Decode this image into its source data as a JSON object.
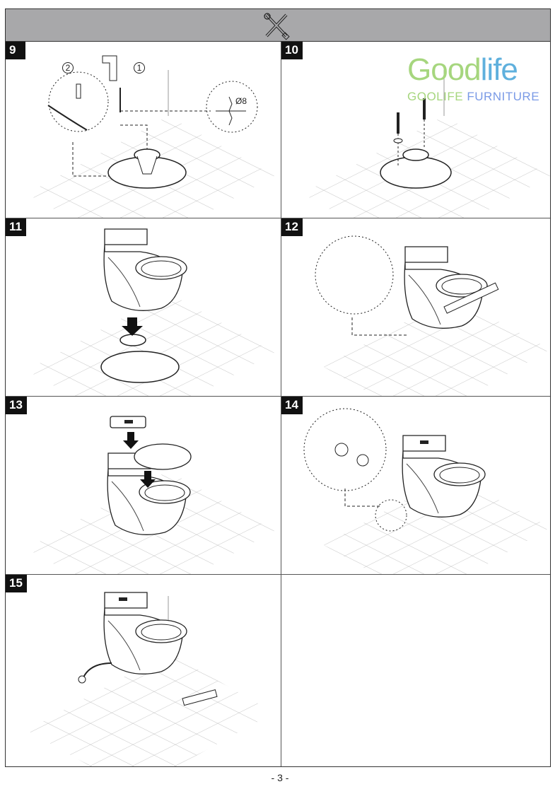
{
  "header": {
    "icon": "wrench-screwdriver-icon"
  },
  "steps": [
    {
      "number": "9",
      "callouts": [
        "2",
        "1"
      ],
      "drill_size": "Ø8"
    },
    {
      "number": "10",
      "logo": {
        "name_part1": "Good",
        "name_part2": "life",
        "tagline_part1": "GOOLIFE",
        "tagline_part2": "FURNITURE"
      }
    },
    {
      "number": "11"
    },
    {
      "number": "12"
    },
    {
      "number": "13"
    },
    {
      "number": "14"
    },
    {
      "number": "15"
    },
    {
      "number": ""
    }
  ],
  "footer": {
    "page_number": "- 3 -"
  }
}
